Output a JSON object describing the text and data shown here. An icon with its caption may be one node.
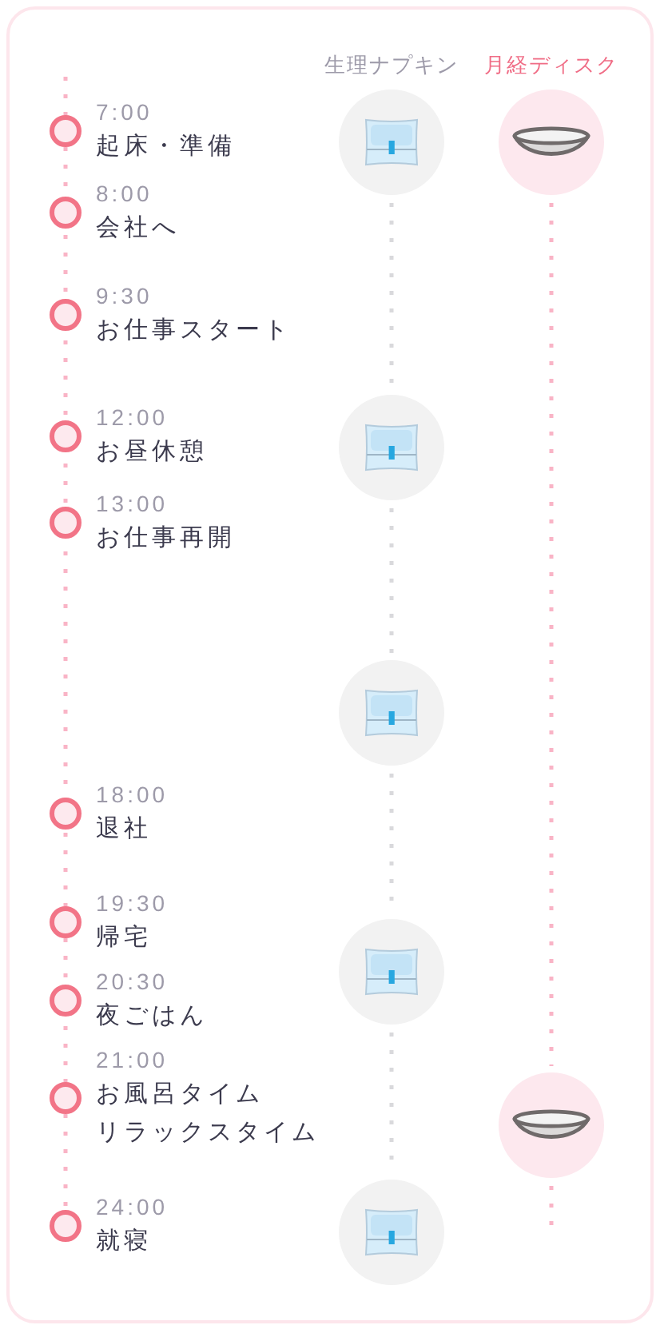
{
  "diagram": {
    "nodes": [
      {
        "text": [
          "7:00",
          "起床・準備"
        ]
      },
      {
        "text": [
          "8:00",
          "会社へ"
        ]
      },
      {
        "text": [
          "9:30",
          "お仕事スタート"
        ]
      },
      {
        "text": [
          "12:00",
          "お昼休憩"
        ]
      },
      {
        "text": [
          "13:00",
          "お仕事再開"
        ]
      },
      {
        "text": [
          "18:00",
          "退社"
        ]
      },
      {
        "text": [
          "19:30",
          "帰宅"
        ]
      },
      {
        "text": [
          "20:30",
          "夜ごはん"
        ]
      },
      {
        "text": [
          "21:00",
          "お風呂タイム",
          "リラックスタイム"
        ]
      },
      {
        "text": [
          "24:00",
          "就寝"
        ]
      },
      {
        "text": [],
        "shape": "circle"
      },
      {
        "text": [],
        "shape": "circle"
      },
      {
        "text": [],
        "shape": "circle"
      },
      {
        "text": [],
        "shape": "circle"
      },
      {
        "text": [],
        "shape": "circle"
      },
      {
        "text": [],
        "shape": "circle"
      },
      {
        "text": [],
        "shape": "circle"
      }
    ],
    "edges": [
      {
        "from": 10,
        "to": 11,
        "arrow": "none",
        "style": "dashed"
      },
      {
        "from": 11,
        "to": 12,
        "arrow": "none",
        "style": "dashed"
      },
      {
        "from": 12,
        "to": 13,
        "arrow": "none",
        "style": "dashed"
      },
      {
        "from": 13,
        "to": 14,
        "arrow": "none",
        "style": "dashed"
      },
      {
        "from": 15,
        "to": 16,
        "arrow": "none",
        "style": "dashed",
        "color": "#f9b4c6"
      },
      {
        "from": 16,
        "to": null,
        "arrow": "none",
        "style": "dashed",
        "color": "#f9b4c6"
      }
    ],
    "labels": [
      "生理ナプキン",
      "月経ディスク"
    ]
  }
}
